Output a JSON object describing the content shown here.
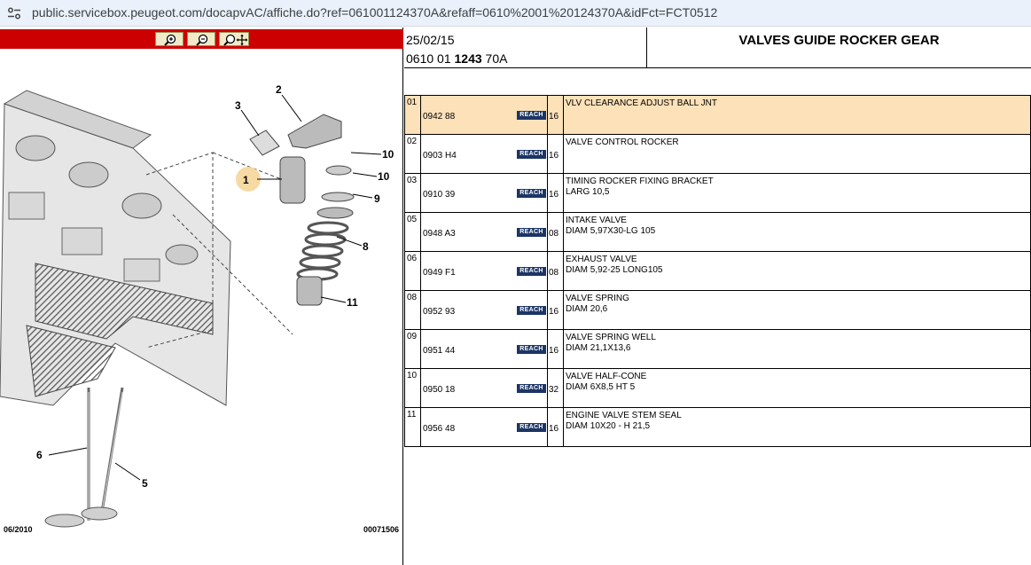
{
  "browser": {
    "url": "public.servicebox.peugeot.com/docapvAC/affiche.do?ref=061001124370A&refaff=0610%2001%20124370A&idFct=FCT0512"
  },
  "diagram": {
    "footer_left": "06/2010",
    "footer_right": "00071506",
    "callouts": [
      "1",
      "2",
      "3",
      "5",
      "6",
      "8",
      "9",
      "10",
      "10",
      "11"
    ]
  },
  "header": {
    "date": "25/02/15",
    "ref_prefix": "0610 01 ",
    "ref_bold": "1243",
    "ref_suffix": " 70A",
    "title": "VALVES GUIDE ROCKER GEAR"
  },
  "parts": [
    {
      "idx": "01",
      "ref": "0942 88",
      "reach": "REACH",
      "qty": "16",
      "desc": "VLV CLEARANCE ADJUST BALL JNT",
      "desc2": ""
    },
    {
      "idx": "02",
      "ref": "0903 H4",
      "reach": "REACH",
      "qty": "16",
      "desc": "VALVE CONTROL ROCKER",
      "desc2": ""
    },
    {
      "idx": "03",
      "ref": "0910 39",
      "reach": "REACH",
      "qty": "16",
      "desc": "TIMING ROCKER FIXING BRACKET",
      "desc2": "LARG 10,5"
    },
    {
      "idx": "05",
      "ref": "0948 A3",
      "reach": "REACH",
      "qty": "08",
      "desc": "INTAKE VALVE",
      "desc2": "DIAM 5,97X30-LG 105"
    },
    {
      "idx": "06",
      "ref": "0949 F1",
      "reach": "REACH",
      "qty": "08",
      "desc": "EXHAUST VALVE",
      "desc2": "DIAM 5,92-25 LONG105"
    },
    {
      "idx": "08",
      "ref": "0952 93",
      "reach": "REACH",
      "qty": "16",
      "desc": "VALVE SPRING",
      "desc2": "DIAM 20,6"
    },
    {
      "idx": "09",
      "ref": "0951 44",
      "reach": "REACH",
      "qty": "16",
      "desc": "VALVE SPRING WELL",
      "desc2": "DIAM 21,1X13,6"
    },
    {
      "idx": "10",
      "ref": "0950 18",
      "reach": "REACH",
      "qty": "32",
      "desc": "VALVE HALF-CONE",
      "desc2": "DIAM 6X8,5 HT 5"
    },
    {
      "idx": "11",
      "ref": "0956 48",
      "reach": "REACH",
      "qty": "16",
      "desc": "ENGINE VALVE STEM SEAL",
      "desc2": "DIAM 10X20 - H 21,5"
    }
  ],
  "colors": {
    "header_bar": "#cc0000",
    "highlight_row": "#fde1b8",
    "reach_badge": "#1c3565"
  }
}
